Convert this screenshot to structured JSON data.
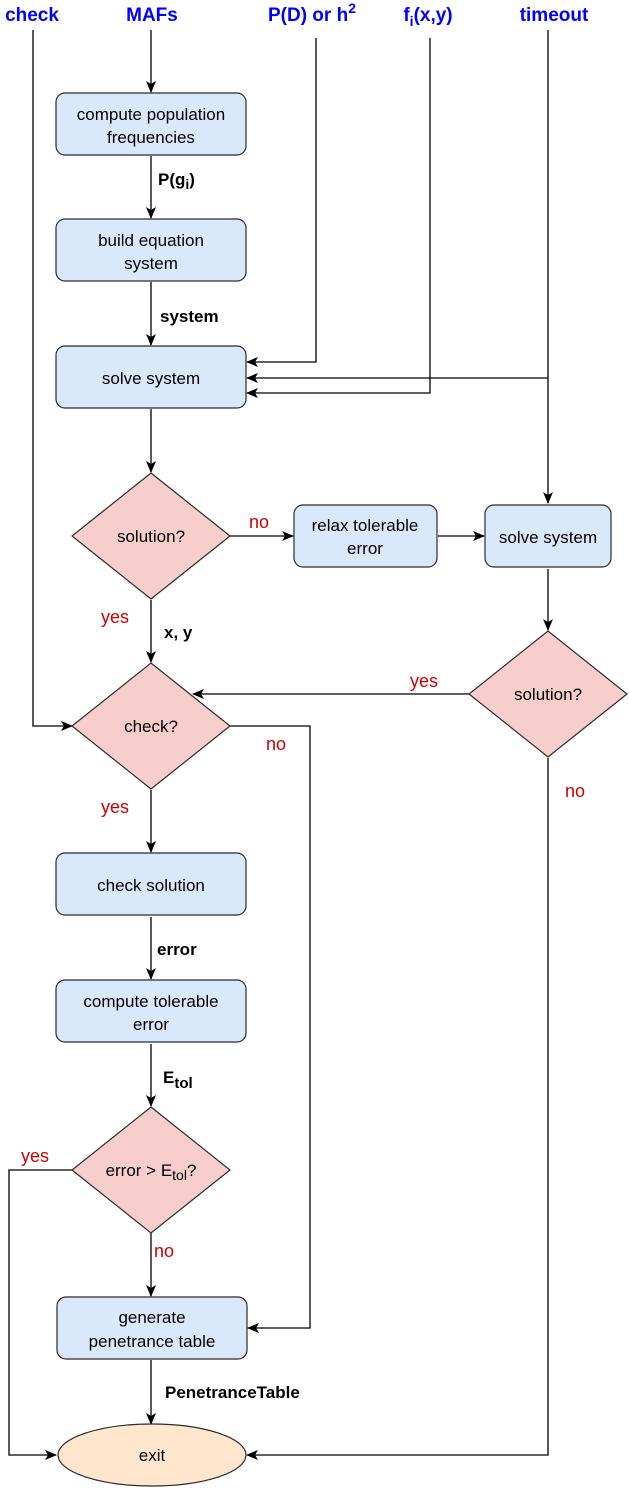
{
  "inputs": {
    "check": "check",
    "mafs": "MAFs",
    "pd_base": "P(D) or h",
    "pd_sup": "2",
    "fi_base": "f",
    "fi_sub": "i",
    "fi_rest": "(x,y)",
    "timeout": "timeout"
  },
  "nodes": {
    "compute_freq": [
      "compute population",
      "frequencies"
    ],
    "build_eq": [
      "build equation",
      "system"
    ],
    "solve1": [
      "solve system"
    ],
    "solution1": [
      "solution?"
    ],
    "relax": [
      "relax tolerable",
      "error"
    ],
    "solve2": [
      "solve system"
    ],
    "solution2": [
      "solution?"
    ],
    "check": [
      "check?"
    ],
    "check_solution": [
      "check solution"
    ],
    "compute_tol": [
      "compute tolerable",
      "error"
    ],
    "error_cmp_base": "error > E",
    "error_cmp_sub": "tol",
    "error_cmp_end": "?",
    "gen_table": [
      "generate",
      "penetrance table"
    ],
    "exit": [
      "exit"
    ]
  },
  "edge_labels": {
    "pg_base": "P(g",
    "pg_sub": "i",
    "pg_end": ")",
    "system": "system",
    "xy": "x, y",
    "error": "error",
    "etol_base": "E",
    "etol_sub": "tol",
    "penetrance": "PenetranceTable"
  },
  "branch_labels": {
    "sol1_no": "no",
    "sol1_yes": "yes",
    "sol2_yes": "yes",
    "sol2_no": "no",
    "check_no": "no",
    "check_yes": "yes",
    "err_yes": "yes",
    "err_no": "no"
  },
  "colors": {
    "process_fill": "#dae8fc",
    "decision_fill": "#f8cecc",
    "terminal_fill": "#ffe6cc",
    "input_text": "#0000ff",
    "branch_text": "#cc0000"
  }
}
